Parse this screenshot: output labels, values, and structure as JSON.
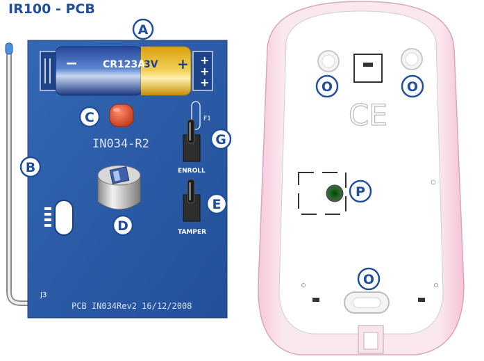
{
  "title": "IR100 - PCB",
  "battery": {
    "model": "CR123A",
    "voltage": "3V",
    "minus": "−",
    "plus": "+"
  },
  "pcb": {
    "led_label": "IN034-R2",
    "footer": "PCB IN034Rev2 16/12/2008",
    "fuse_label": "F1",
    "connector_label": "J3"
  },
  "switches": {
    "enroll": "ENROLL",
    "tamper": "TAMPER"
  },
  "callouts": {
    "A": "A",
    "B": "B",
    "C": "C",
    "D": "D",
    "E": "E",
    "G": "G",
    "O": "O",
    "P": "P"
  },
  "back": {
    "mark": "CE"
  },
  "colors": {
    "callout_blue": "#1f4e9c",
    "pcb": "#2a5aa6",
    "battery_blue": "#1e3f8a",
    "battery_yellow": "#e8b51a",
    "led_red": "#d84a2a",
    "housing_pink": "#f4c9d8"
  }
}
